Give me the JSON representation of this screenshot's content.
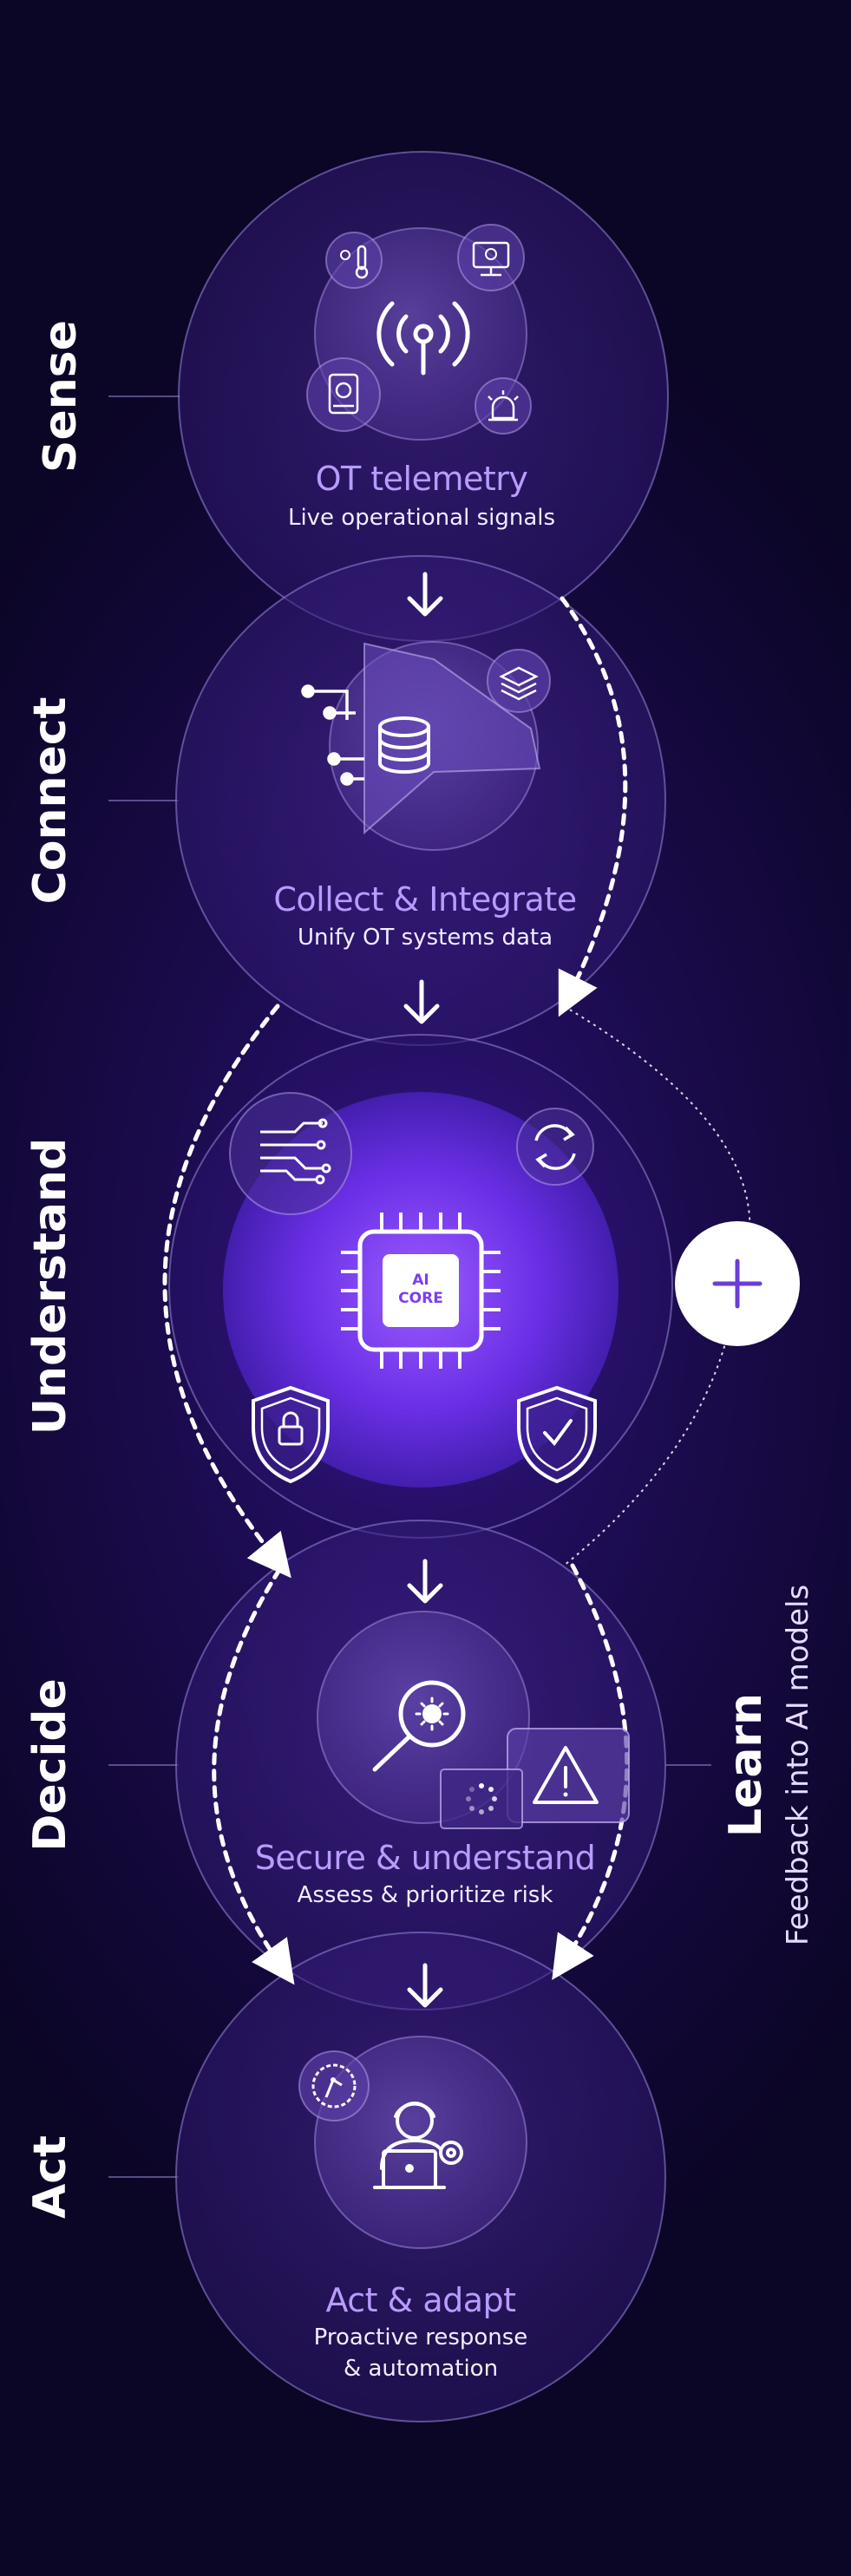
{
  "stages": [
    {
      "label": "Sense",
      "title": "OT telemetry",
      "subtitle": "Live operational signals",
      "subtitle2": ""
    },
    {
      "label": "Connect",
      "title": "Collect & Integrate",
      "subtitle": "Unify OT systems data",
      "subtitle2": ""
    },
    {
      "label": "Understand",
      "title": "",
      "subtitle": "",
      "subtitle2": ""
    },
    {
      "label": "Decide",
      "title": "Secure & understand",
      "subtitle": "Assess & prioritize risk",
      "subtitle2": ""
    },
    {
      "label": "Act",
      "title": "Act & adapt",
      "subtitle": "Proactive response",
      "subtitle2": "& automation"
    }
  ],
  "core": {
    "line1": "AI",
    "line2": "CORE"
  },
  "learn": {
    "label": "Learn",
    "subtitle": "Feedback into AI models"
  },
  "icons": [
    "antenna-icon",
    "thermometer-icon",
    "monitor-icon",
    "meter-icon",
    "alarm-icon",
    "database-icon",
    "layers-icon",
    "circuit-icon",
    "sync-icon",
    "chip-icon",
    "lock-shield-icon",
    "check-shield-icon",
    "plus-icon",
    "magnifier-icon",
    "warning-icon",
    "spinner-icon",
    "robot-arm-icon",
    "operator-icon"
  ],
  "colors": {
    "accent": "#b89cff",
    "background": "#0b0526",
    "core": "#7a3df0"
  }
}
